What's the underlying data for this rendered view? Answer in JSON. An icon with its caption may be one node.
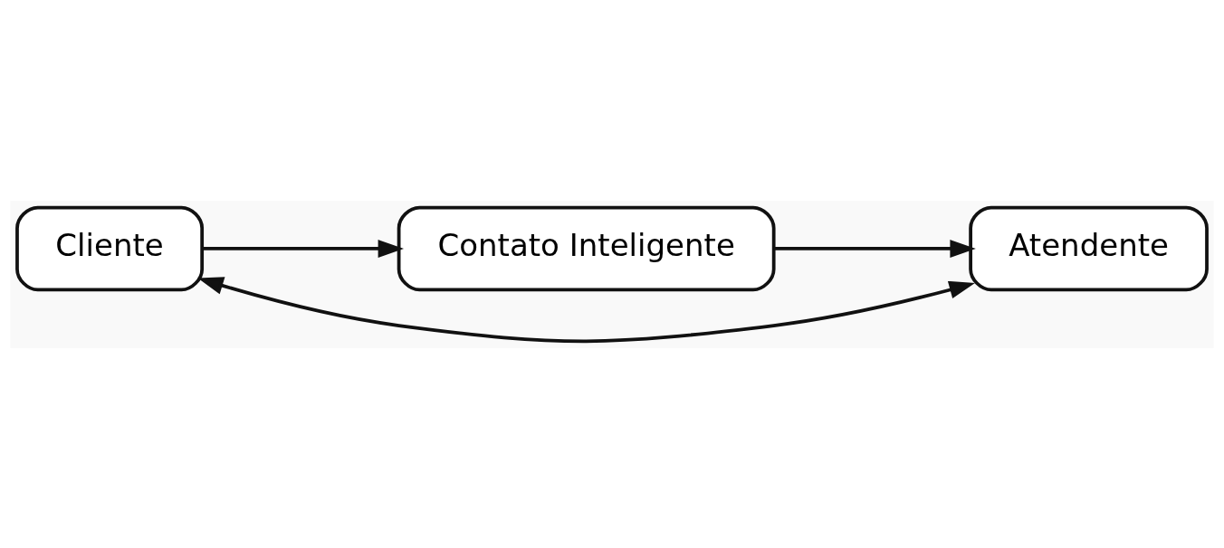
{
  "diagram": {
    "nodes": [
      {
        "text": [
          "Cliente"
        ]
      },
      {
        "text": [
          "Contato Inteligente"
        ]
      },
      {
        "text": [
          "Atendente"
        ]
      }
    ],
    "edges": [
      {
        "from": 0,
        "to": 1,
        "arrow": "to"
      },
      {
        "from": 1,
        "to": 2,
        "arrow": "to"
      },
      {
        "from": 0,
        "to": 2,
        "arrow": "both"
      }
    ]
  }
}
